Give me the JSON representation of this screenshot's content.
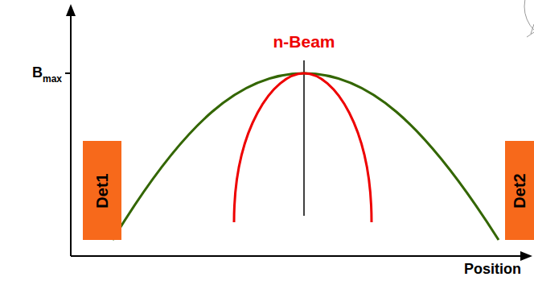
{
  "diagram": {
    "nodes": [
      {
        "text": [
          "Det1"
        ]
      },
      {
        "text": [
          "Det2"
        ]
      }
    ],
    "labels": [
      "n-Beam",
      "B",
      "max",
      "Position"
    ]
  }
}
